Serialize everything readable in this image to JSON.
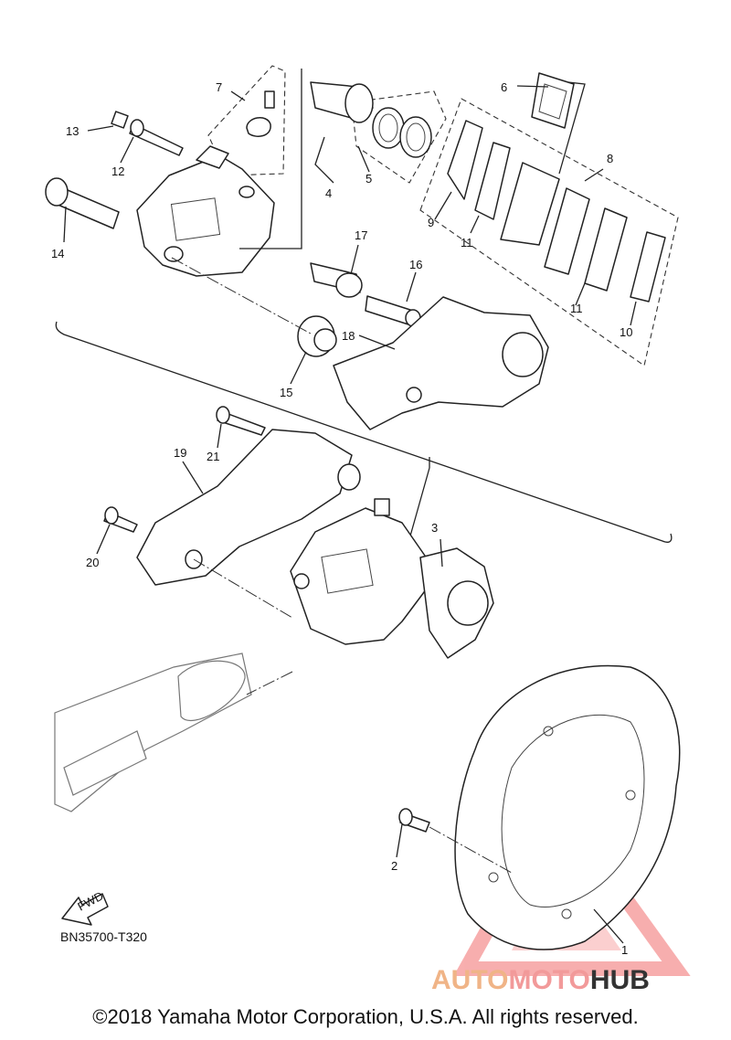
{
  "callouts": [
    "1",
    "2",
    "3",
    "4",
    "5",
    "6",
    "7",
    "8",
    "9",
    "10",
    "11",
    "11",
    "12",
    "13",
    "14",
    "15",
    "16",
    "17",
    "18",
    "19",
    "20",
    "21"
  ],
  "fwd_label": "FWD",
  "diagram_code": "BN35700-T320",
  "copyright": "©2018 Yamaha Motor Corporation, U.S.A. All rights reserved.",
  "watermark": {
    "part_a": "AUTO",
    "part_b": "MOTO",
    "part_c": "HUB"
  },
  "colors": {
    "watermark_red": "#f26d6d",
    "watermark_orange": "#f0b487",
    "line": "#222222"
  }
}
